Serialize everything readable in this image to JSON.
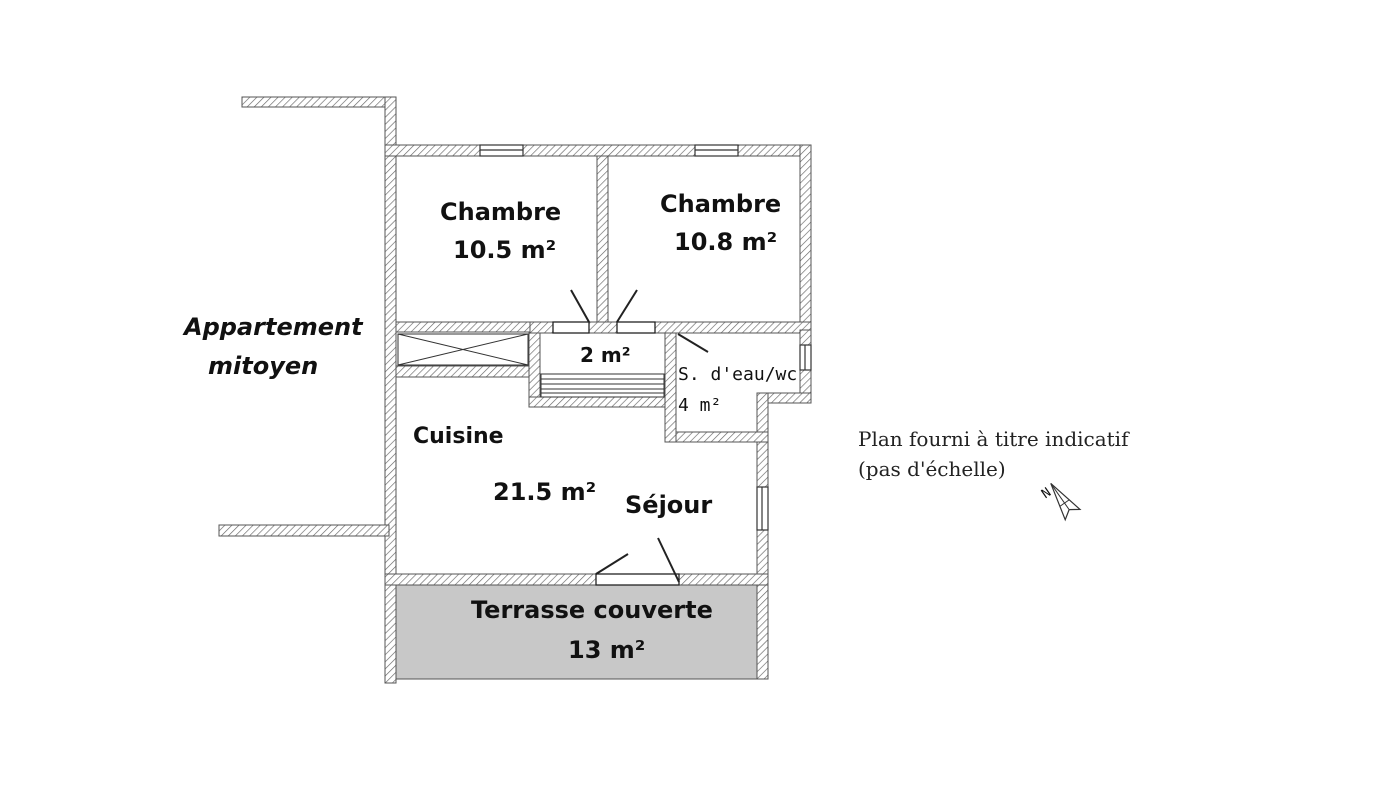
{
  "rooms": {
    "chambre1": {
      "name": "Chambre",
      "area": "10.5 m²"
    },
    "chambre2": {
      "name": "Chambre",
      "area": "10.8 m²"
    },
    "degagement": {
      "area": "2 m²"
    },
    "sdb": {
      "name": "S. d'eau/wc",
      "area": "4 m²"
    },
    "cuisine": {
      "name": "Cuisine"
    },
    "sejour": {
      "name": "Séjour",
      "area": "21.5 m²"
    },
    "terrasse": {
      "name": "Terrasse couverte",
      "area": "13 m²"
    }
  },
  "neighbor": {
    "line1": "Appartement",
    "line2": "mitoyen"
  },
  "note": {
    "line1": "Plan fourni à titre indicatif",
    "line2": "(pas d'échelle)"
  },
  "compass": {
    "letter": "N"
  },
  "colors": {
    "wall": "#555555",
    "terrace": "#c8c8c8",
    "background": "#ffffff"
  }
}
